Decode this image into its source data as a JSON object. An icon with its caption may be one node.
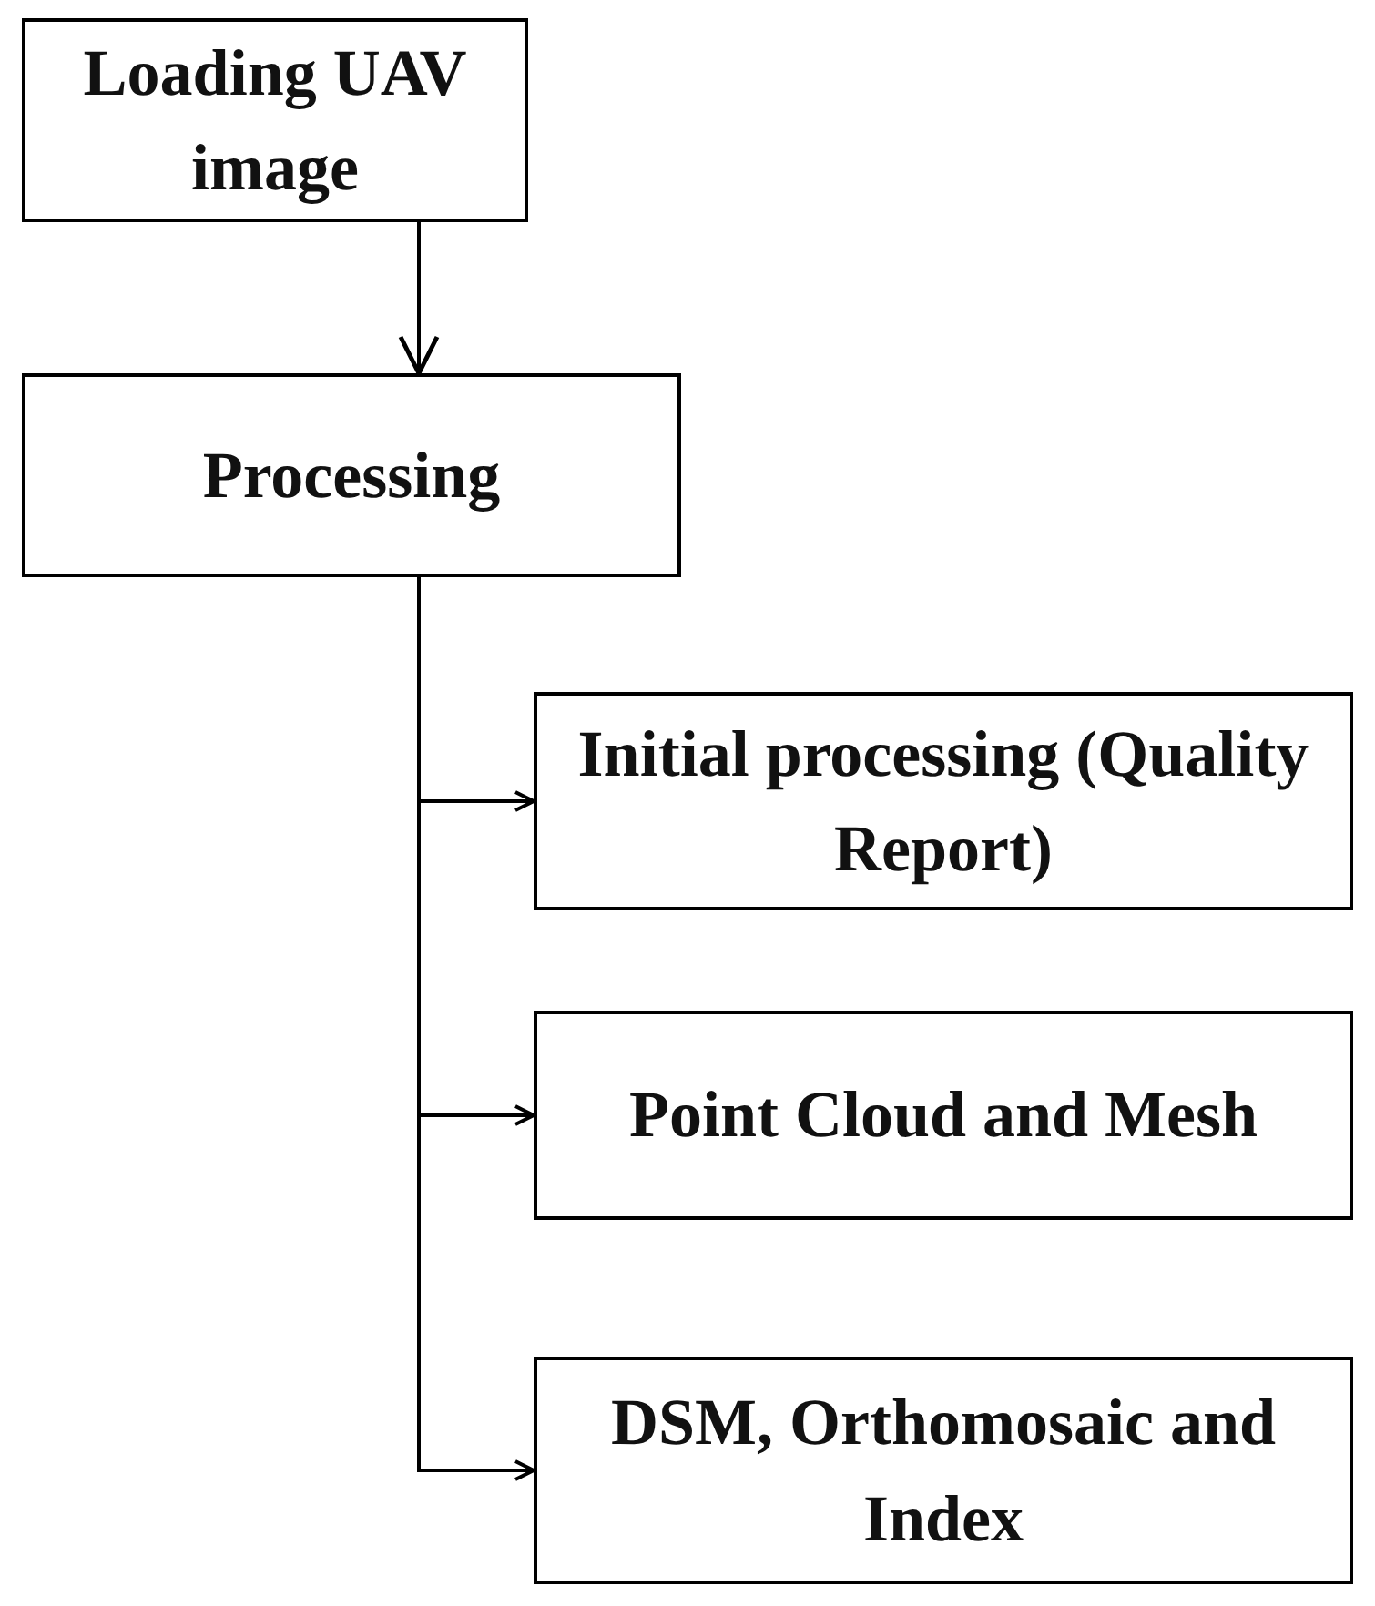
{
  "diagram": {
    "nodes": [
      {
        "text": [
          "Loading UAV image"
        ]
      },
      {
        "text": [
          "Processing"
        ]
      },
      {
        "text": [
          "Initial processing (Quality Report)"
        ]
      },
      {
        "text": [
          "Point Cloud and Mesh"
        ]
      },
      {
        "text": [
          "DSM, Orthomosaic and Index"
        ]
      }
    ],
    "edges": [
      {
        "from": 0,
        "to": 1,
        "arrow": "to"
      },
      {
        "from": 1,
        "to": 2,
        "arrow": "to"
      },
      {
        "from": 1,
        "to": 3,
        "arrow": "to"
      },
      {
        "from": 1,
        "to": 4,
        "arrow": "to"
      }
    ]
  }
}
